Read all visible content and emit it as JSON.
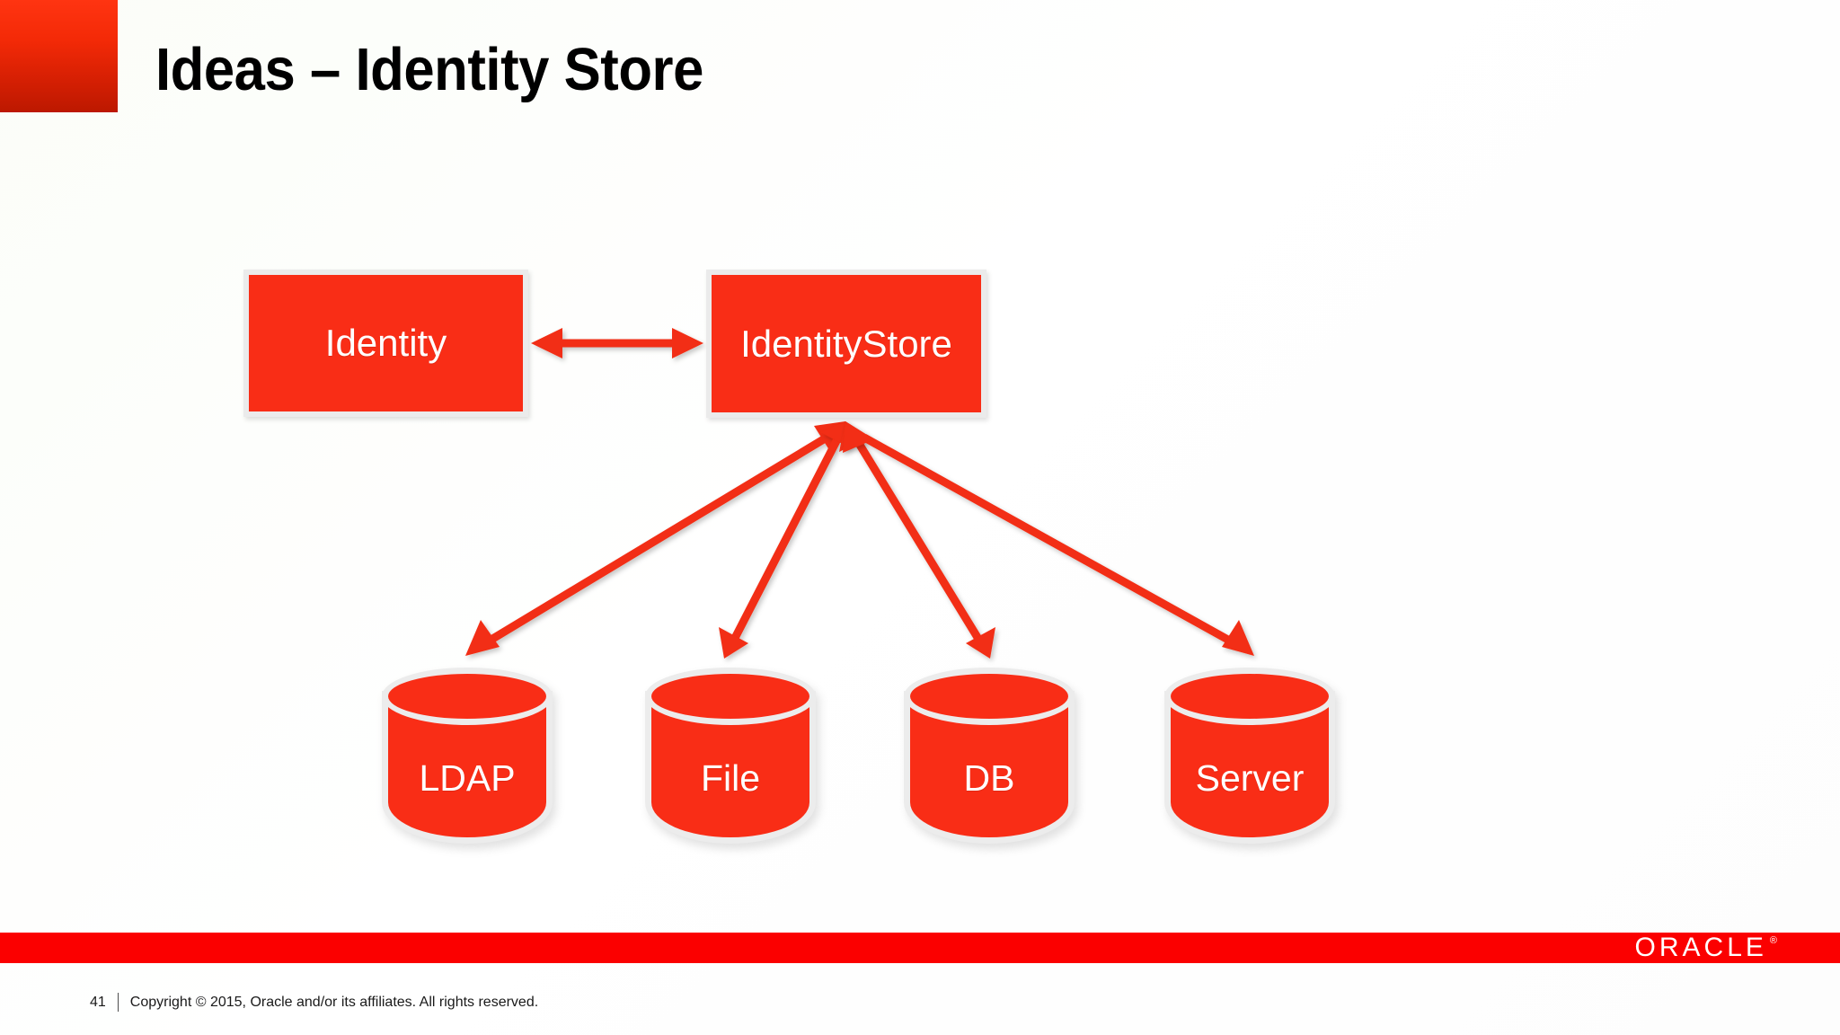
{
  "slide": {
    "title": "Ideas – Identity Store",
    "accent_color": "#F42A07",
    "shape_fill": "#F92D16",
    "shape_outline": "#ECECEC",
    "shape_text_color": "#FFFFFF",
    "background_color": "#FFFFFF"
  },
  "diagram": {
    "type": "relationship-diagram",
    "nodes": [
      {
        "id": "identity",
        "label": "Identity",
        "shape": "rectangle"
      },
      {
        "id": "identitystore",
        "label": "IdentityStore",
        "shape": "rectangle"
      },
      {
        "id": "ldap",
        "label": "LDAP",
        "shape": "cylinder"
      },
      {
        "id": "file",
        "label": "File",
        "shape": "cylinder"
      },
      {
        "id": "db",
        "label": "DB",
        "shape": "cylinder"
      },
      {
        "id": "server",
        "label": "Server",
        "shape": "cylinder"
      }
    ],
    "connectors": [
      {
        "from": "identity",
        "to": "identitystore",
        "style": "double-arrow"
      },
      {
        "from": "identitystore",
        "to": "ldap",
        "style": "double-arrow"
      },
      {
        "from": "identitystore",
        "to": "file",
        "style": "double-arrow"
      },
      {
        "from": "identitystore",
        "to": "db",
        "style": "double-arrow"
      },
      {
        "from": "identitystore",
        "to": "server",
        "style": "double-arrow"
      }
    ],
    "connector_color": "#F22D12"
  },
  "footer": {
    "page_number": "41",
    "copyright": "Copyright © 2015, Oracle and/or its affiliates. All rights reserved.",
    "logo_text": "ORACLE",
    "logo_trademark": "®",
    "bar_color": "#FB0000"
  }
}
